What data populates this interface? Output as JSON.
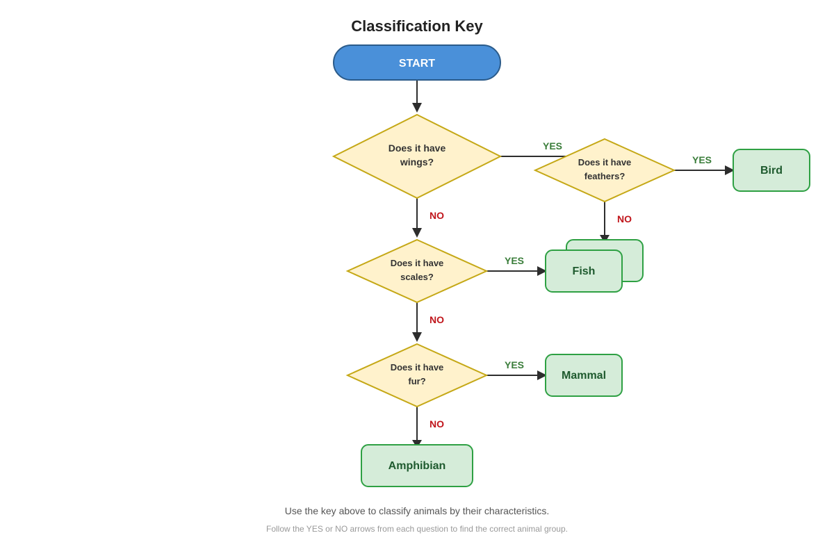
{
  "title": "Classification Key",
  "start": {
    "label": "START"
  },
  "questions": {
    "wings": {
      "line1": "Does it have",
      "line2": "wings?"
    },
    "feathers": {
      "line1": "Does it have",
      "line2": "feathers?"
    },
    "scales": {
      "line1": "Does it have",
      "line2": "scales?"
    },
    "fur": {
      "line1": "Does it have",
      "line2": "fur?"
    }
  },
  "results": {
    "bird": "Bird",
    "fish": "Fish",
    "mammal": "Mammal",
    "amphibian": "Amphibian"
  },
  "edge_labels": {
    "yes": "YES",
    "no": "NO"
  },
  "footer": {
    "main": "Use the key above to classify animals by their characteristics.",
    "sub": "Follow the YES or NO arrows from each question to find the correct animal group."
  },
  "colors": {
    "start_fill": "#4a90d9",
    "question_fill": "#fff2cc",
    "question_stroke": "#c5a816",
    "result_fill": "#d5ecd9",
    "result_stroke": "#2ea043",
    "yes": "#3a7d3a",
    "no": "#c0151b"
  }
}
